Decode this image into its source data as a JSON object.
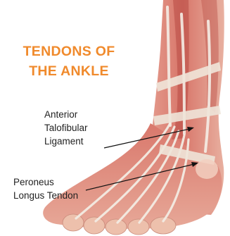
{
  "title": {
    "line1": "TENDONS OF",
    "line2": "THE ANKLE",
    "color": "#f08a2c"
  },
  "labels": {
    "atfl": {
      "line1": "Anterior",
      "line2": "Talofibular",
      "line3": "Ligament"
    },
    "peroneus": {
      "line1": "Peroneus",
      "line2": "Longus Tendon"
    }
  },
  "colors": {
    "skin": "#f0d4c4",
    "muscle": "#c9574e",
    "tendon": "#f3ece3",
    "leader": "#111111"
  }
}
